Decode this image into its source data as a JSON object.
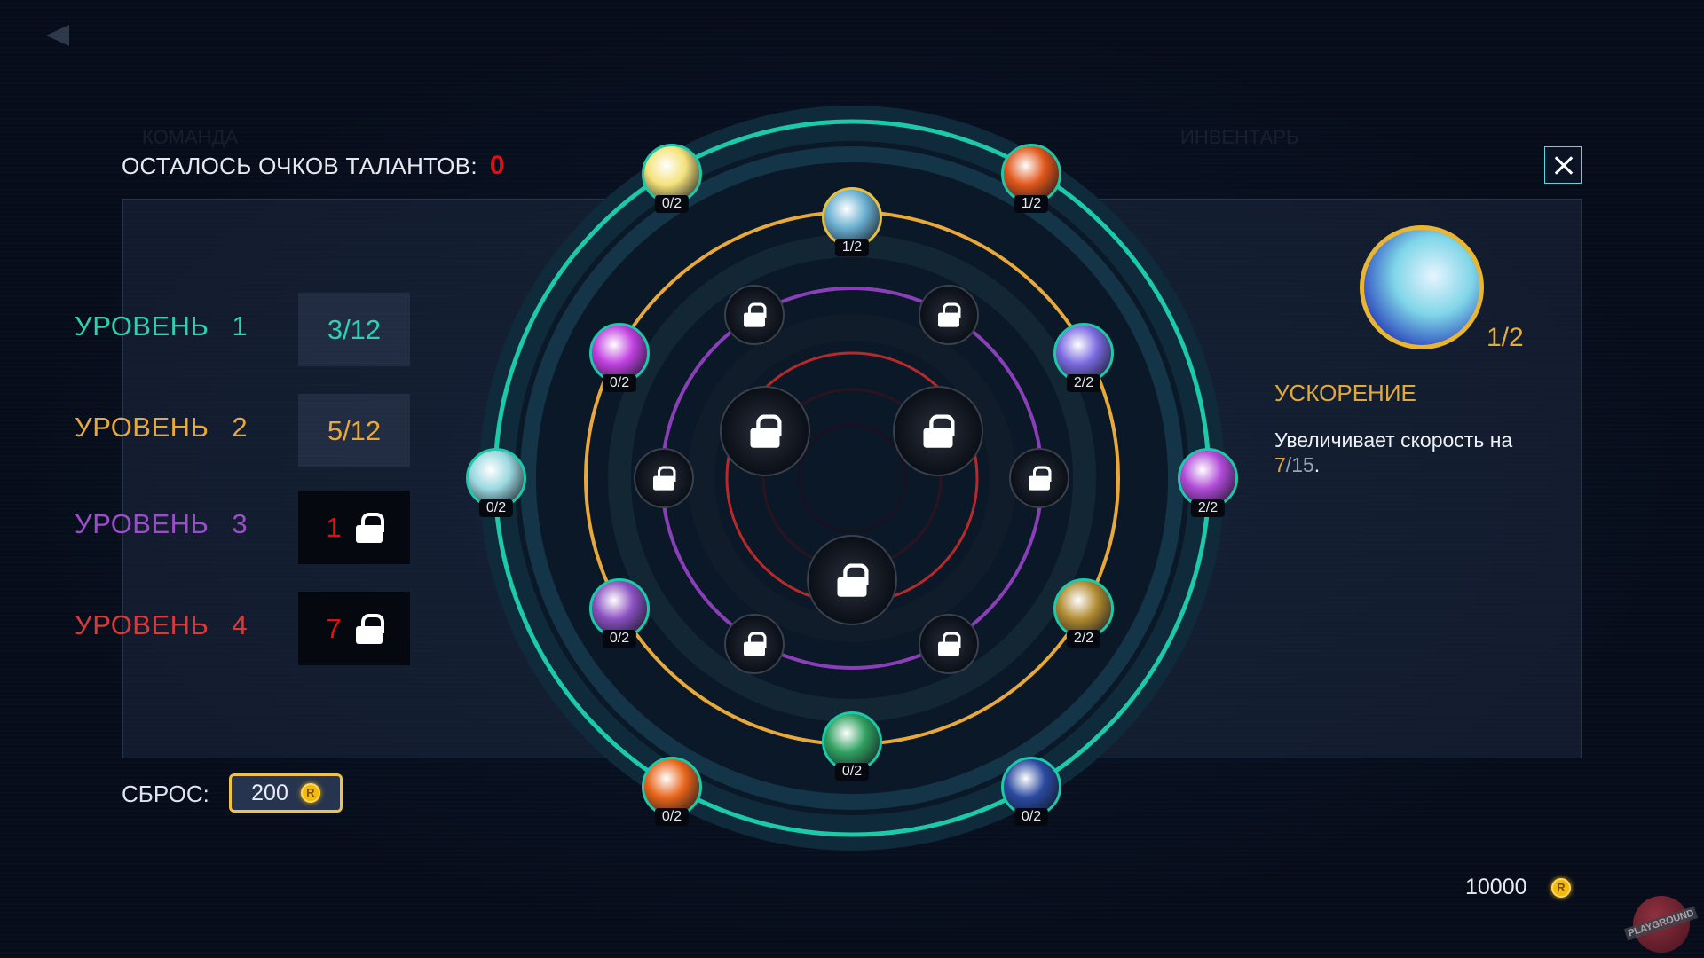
{
  "header": {
    "talent_points_label": "ОСТАЛОСЬ ОЧКОВ ТАЛАНТОВ:",
    "talent_points_value": "0",
    "back_icon": "back-arrow-icon",
    "bg_tab_team": "КОМАНДА",
    "bg_tab_inventory": "ИНВЕНТАРЬ"
  },
  "levels": [
    {
      "label": "УРОВЕНЬ",
      "num": "1",
      "progress": "3/12",
      "color": "#2ed0b0",
      "locked": false
    },
    {
      "label": "УРОВЕНЬ",
      "num": "2",
      "progress": "5/12",
      "color": "#e8a93a",
      "locked": false
    },
    {
      "label": "УРОВЕНЬ",
      "num": "3",
      "required": "1",
      "color": "#9a4fc9",
      "locked": true
    },
    {
      "label": "УРОВЕНЬ",
      "num": "4",
      "required": "7",
      "color": "#d43c3c",
      "locked": true
    }
  ],
  "talents": {
    "outer": [
      {
        "count": "0/2",
        "color": "#f4e27a"
      },
      {
        "count": "1/2",
        "color": "#e0561a"
      },
      {
        "count": "0/2",
        "color": "#9ad8e0"
      },
      {
        "count": "2/2",
        "color": "#b04ad8"
      },
      {
        "count": "0/2",
        "color": "#e8641a"
      },
      {
        "count": "0/2",
        "color": "#2a4aa0"
      }
    ],
    "middle": [
      {
        "count": "1/2",
        "color": "#6ab0d0",
        "selected": true
      },
      {
        "count": "0/2",
        "color": "#c040e0"
      },
      {
        "count": "2/2",
        "color": "#7a6ae0"
      },
      {
        "count": "0/2",
        "color": "#8a50c0"
      },
      {
        "count": "2/2",
        "color": "#b08a30"
      },
      {
        "count": "0/2",
        "color": "#30a060"
      }
    ],
    "locked_small": 6,
    "locked_big": 3
  },
  "detail": {
    "count": "1/2",
    "name": "УСКОРЕНИЕ",
    "desc": "Увеличивает скорость на",
    "value_current": "7",
    "value_sep": "/",
    "value_max": "15",
    "value_end": "."
  },
  "reset": {
    "label": "СБРОС:",
    "cost": "200",
    "coin_symbol": "R"
  },
  "wallet": {
    "amount": "10000",
    "coin_symbol": "R"
  },
  "logo": {
    "text": "PLAYGROUND"
  },
  "colors": {
    "teal": "#1cc9a8",
    "orange": "#e8a93a",
    "purple": "#8a3fb8",
    "red": "#b82a2a"
  }
}
